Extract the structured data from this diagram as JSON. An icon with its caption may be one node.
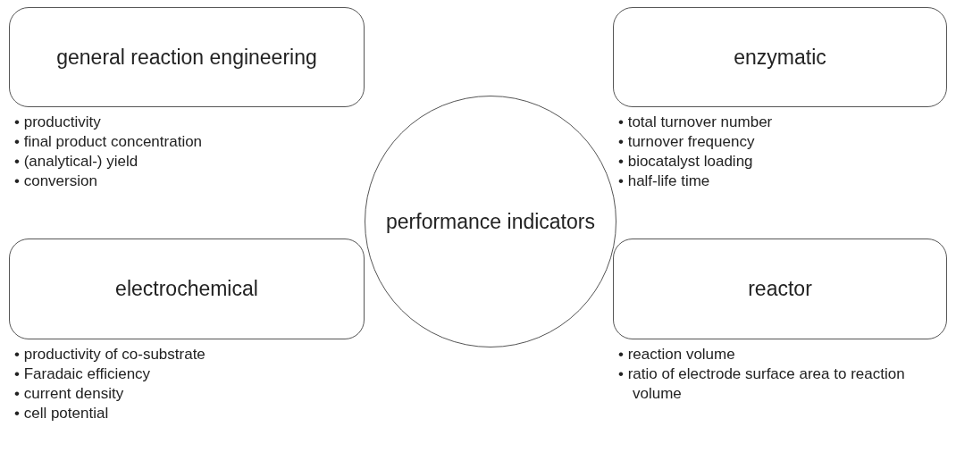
{
  "diagram": {
    "nodes": [
      {
        "text": [
          "general reaction engineering"
        ],
        "beside": [
          "• productivity",
          "• final product concentration",
          "• (analytical-) yield",
          "• conversion"
        ]
      },
      {
        "text": [
          "performance indicators"
        ]
      },
      {
        "text": [
          "enzymatic"
        ],
        "beside": [
          "• total turnover number",
          "• turnover frequency",
          "• biocatalyst loading",
          "• half-life time"
        ]
      },
      {
        "text": [
          "electrochemical"
        ],
        "beside": [
          "• productivity of co-substrate",
          "• Faradaic efficiency",
          "• current density",
          "• cell potential"
        ]
      },
      {
        "text": [
          "reactor"
        ],
        "beside": [
          "• reaction volume",
          "• ratio of electrode surface area to reaction volume"
        ]
      }
    ],
    "edges": []
  }
}
